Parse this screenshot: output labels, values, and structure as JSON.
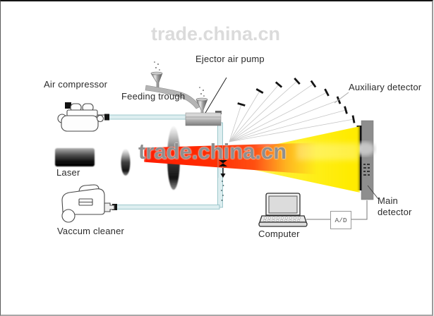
{
  "watermark": {
    "text": "trade.china.cn"
  },
  "labels": {
    "air_compressor": "Air compressor",
    "feeding_trough": "Feeding trough",
    "ejector_air_pump": "Ejector air pump",
    "auxiliary_detector": "Auxiliary detector",
    "laser": "Laser",
    "vacuum_cleaner": "Vaccum cleaner",
    "computer": "Computer",
    "ad_converter": "A/D",
    "main_detector": "Main detector"
  },
  "auxiliary_detector_elements": 9,
  "colors": {
    "beam_red": "#ff2600",
    "beam_yellow": "#ffec00",
    "tube_blue": "#ddeef0",
    "detector_gray": "#8e8e8e",
    "detector_strip": "#111111",
    "label_text": "#2b2b2b",
    "watermark_gray": "#8f8f8f"
  }
}
